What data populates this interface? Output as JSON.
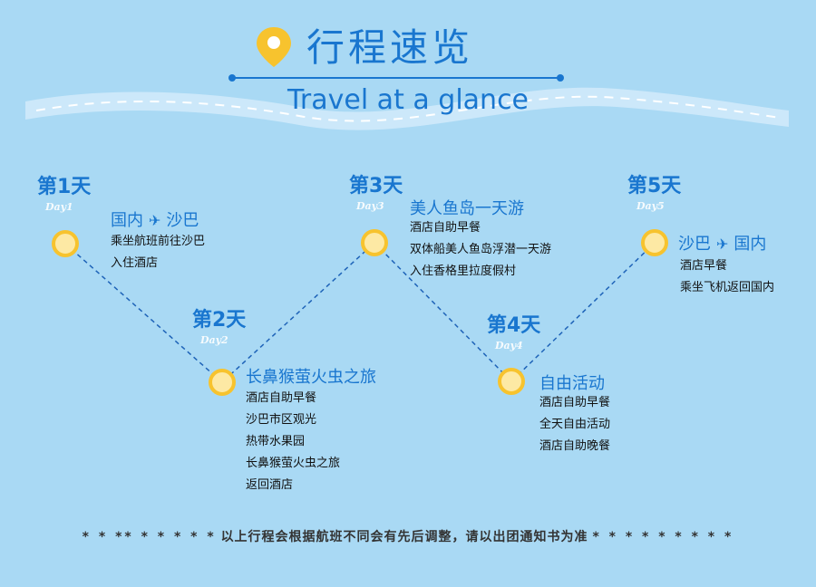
{
  "header": {
    "title_cn": "行程速览",
    "title_en": "Travel at a glance",
    "icon": "location-pin-icon"
  },
  "colors": {
    "background": "#a9d9f4",
    "accent": "#1976cf",
    "dot_fill": "#fde9a4",
    "dot_border": "#f7c32e"
  },
  "days": [
    {
      "label": "第1天",
      "sub": "Day1",
      "title_parts": [
        "国内",
        "沙巴"
      ],
      "lines": [
        "乘坐航班前往沙巴",
        "入住酒店"
      ]
    },
    {
      "label": "第2天",
      "sub": "Day2",
      "title_parts": [
        "长鼻猴萤火虫之旅"
      ],
      "lines": [
        "酒店自助早餐",
        "沙巴市区观光",
        "热带水果园",
        "长鼻猴萤火虫之旅",
        "返回酒店"
      ]
    },
    {
      "label": "第3天",
      "sub": "Day3",
      "title_parts": [
        "美人鱼岛一天游"
      ],
      "lines": [
        "酒店自助早餐",
        "双体船美人鱼岛浮潜一天游",
        "入住香格里拉度假村"
      ]
    },
    {
      "label": "第4天",
      "sub": "Day4",
      "title_parts": [
        "自由活动"
      ],
      "lines": [
        "酒店自助早餐",
        "全天自由活动",
        "酒店自助晚餐"
      ]
    },
    {
      "label": "第5天",
      "sub": "Day5",
      "title_parts": [
        "沙巴",
        "国内"
      ],
      "lines": [
        "酒店早餐",
        "乘坐飞机返回国内"
      ]
    }
  ],
  "footer": {
    "stars_left": "* * ** * * * * *",
    "text": "以上行程会根据航班不同会有先后调整，请以出团通知书为准",
    "stars_right": "* * * * * * * * *"
  }
}
